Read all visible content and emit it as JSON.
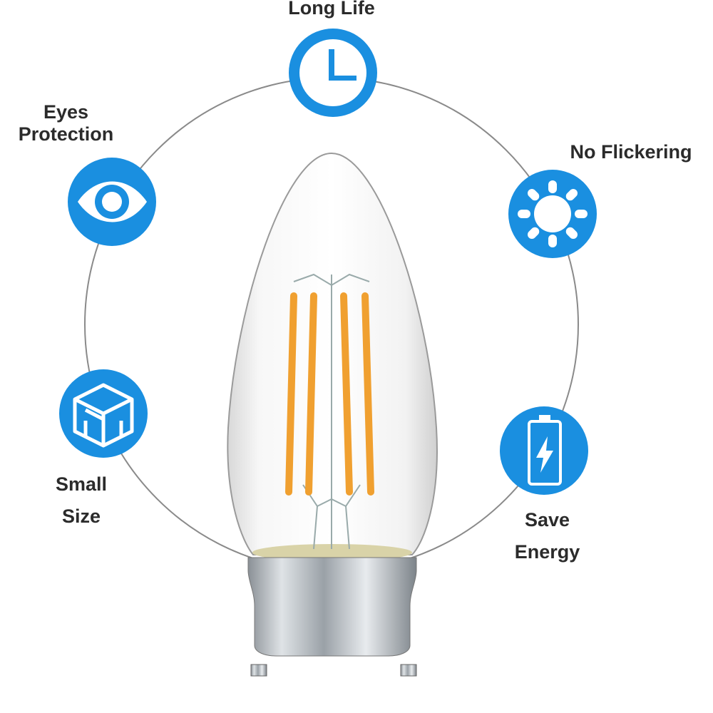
{
  "accent_color": "#1a8fe0",
  "features": {
    "long_life": {
      "label": "Long Life",
      "icon": "clock-icon"
    },
    "eyes_protection": {
      "label_line1": "Eyes",
      "label_line2": "Protection",
      "icon": "eye-icon"
    },
    "no_flickering": {
      "label": "No Flickering",
      "icon": "sun-icon"
    },
    "small_size": {
      "label_line1": "Small",
      "label_line2": "Size",
      "icon": "cube-icon"
    },
    "save_energy": {
      "label_line1": "Save",
      "label_line2": "Energy",
      "icon": "battery-icon"
    }
  }
}
